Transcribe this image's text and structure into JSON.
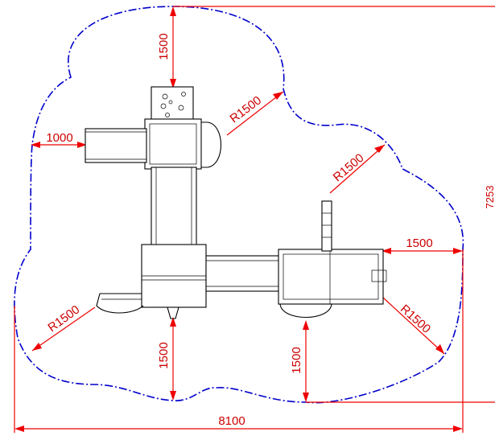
{
  "drawing": {
    "overall_width": "8100",
    "overall_depth": "7253",
    "clearances": {
      "top": "1500",
      "left": "1000",
      "right": "1500",
      "bottom_left": "1500",
      "bottom_right": "1500"
    },
    "radii": {
      "r1": "R1500",
      "r2": "R1500",
      "r3": "R1500",
      "r4": "R1500"
    },
    "colors": {
      "safety_zone": "#0000cc",
      "dimension": "#ee0000",
      "equipment": "#000000"
    }
  }
}
